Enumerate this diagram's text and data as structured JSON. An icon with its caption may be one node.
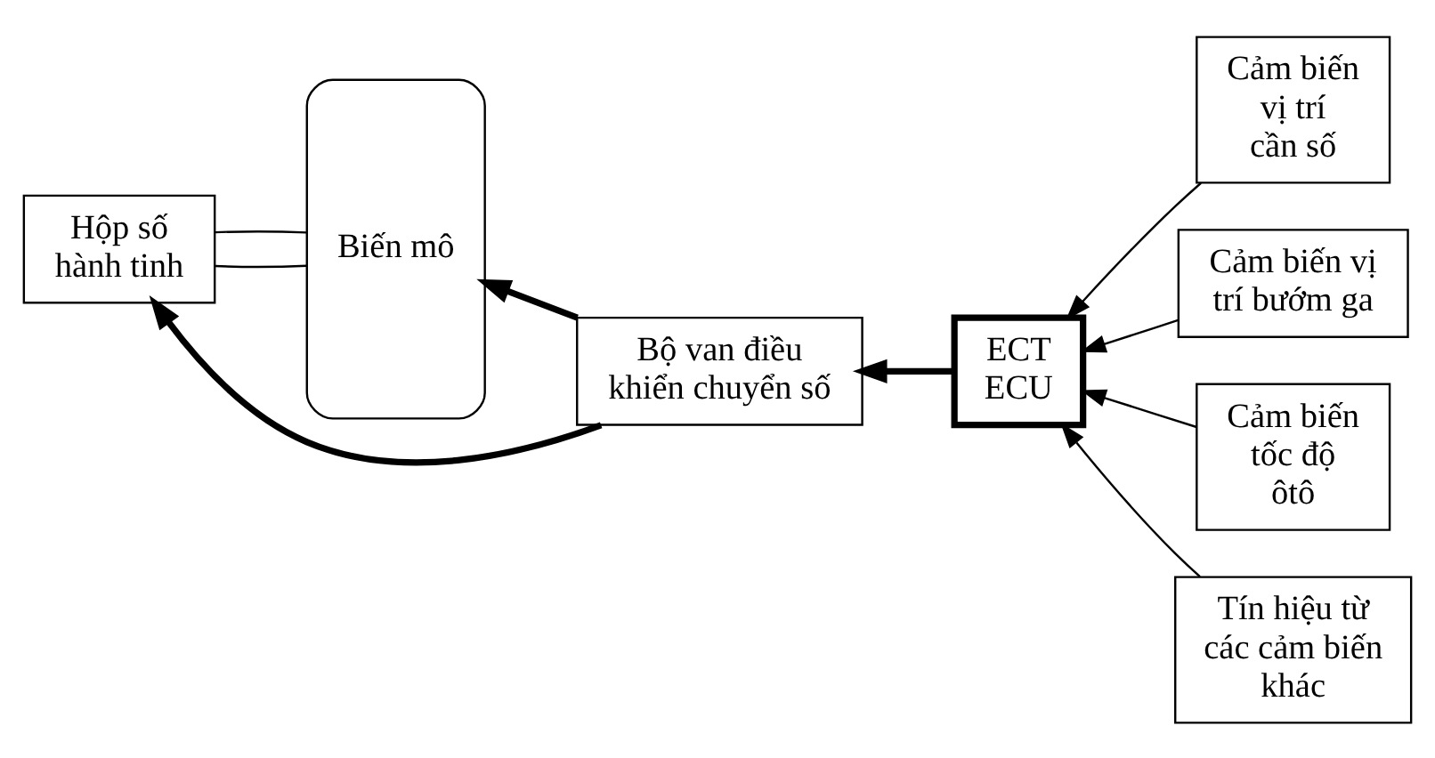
{
  "diagram": {
    "nodes": [
      {
        "text": [
          "Bộ van điều khiển chuyển số"
        ]
      },
      {
        "text": [
          "Cảm biến vị trí cần số"
        ]
      },
      {
        "text": [
          "Biến mô"
        ]
      },
      {
        "text": [
          "Hộp số hành tinh"
        ]
      },
      {
        "text": [
          "ECT ECU"
        ]
      },
      {
        "text": [
          "Cảm biến vị trí bướm ga"
        ]
      },
      {
        "text": [
          "Cảm biến tốc độ ôtô"
        ]
      },
      {
        "text": [
          "Tín hiệu từ các cảm biến khác"
        ]
      }
    ],
    "edges": [
      {
        "from": 0,
        "to": 2,
        "arrow": "to",
        "style": "thick"
      },
      {
        "from": 0,
        "to": 3,
        "arrow": "to",
        "style": "thick"
      },
      {
        "from": 4,
        "to": 0,
        "arrow": "to",
        "style": "thick"
      },
      {
        "from": 1,
        "to": 4,
        "arrow": "to"
      },
      {
        "from": 5,
        "to": 4,
        "arrow": "to"
      },
      {
        "from": 6,
        "to": 4,
        "arrow": "to"
      },
      {
        "from": 7,
        "to": 4,
        "arrow": "to"
      },
      {
        "from": 2,
        "to": 3,
        "arrow": "none"
      },
      {
        "from": 2,
        "to": 3,
        "arrow": "none"
      }
    ]
  }
}
